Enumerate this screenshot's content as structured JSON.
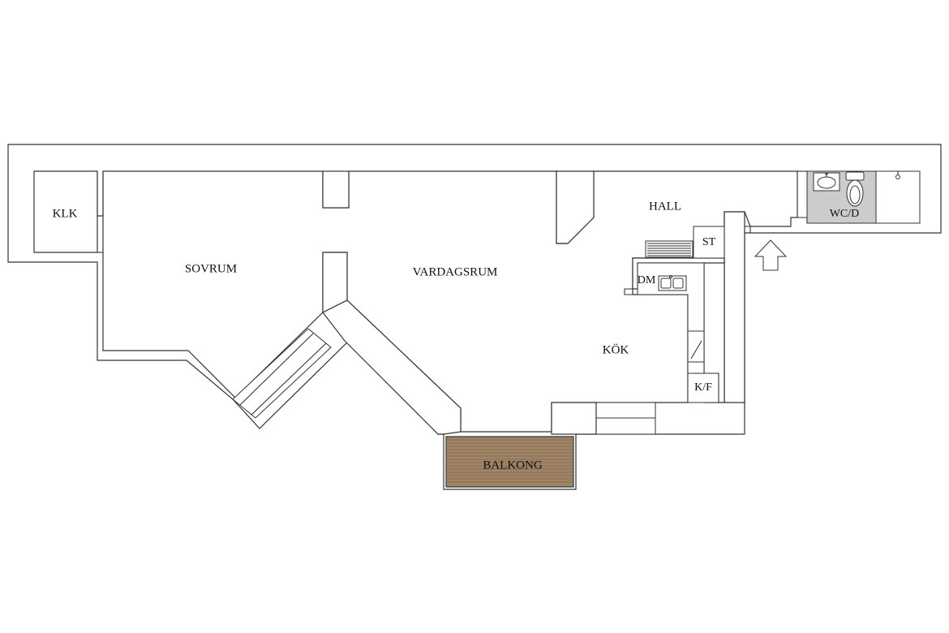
{
  "plan": {
    "rooms": {
      "klk": "KLK",
      "sovrum": "SOVRUM",
      "vardagsrum": "VARDAGSRUM",
      "hall": "HALL",
      "st": "ST",
      "wcd": "WC/D",
      "dm": "DM",
      "kok": "KÖK",
      "kf": "K/F",
      "balkong": "BALKONG"
    },
    "colors": {
      "wall_fill": "#ffffff",
      "wall_stroke": "#333333",
      "bathroom_fill": "#cccccc",
      "balcony_fill": "#a08466",
      "balcony_plank": "#8a6e52"
    },
    "icons": {
      "entrance": "entrance-arrow-icon"
    }
  }
}
